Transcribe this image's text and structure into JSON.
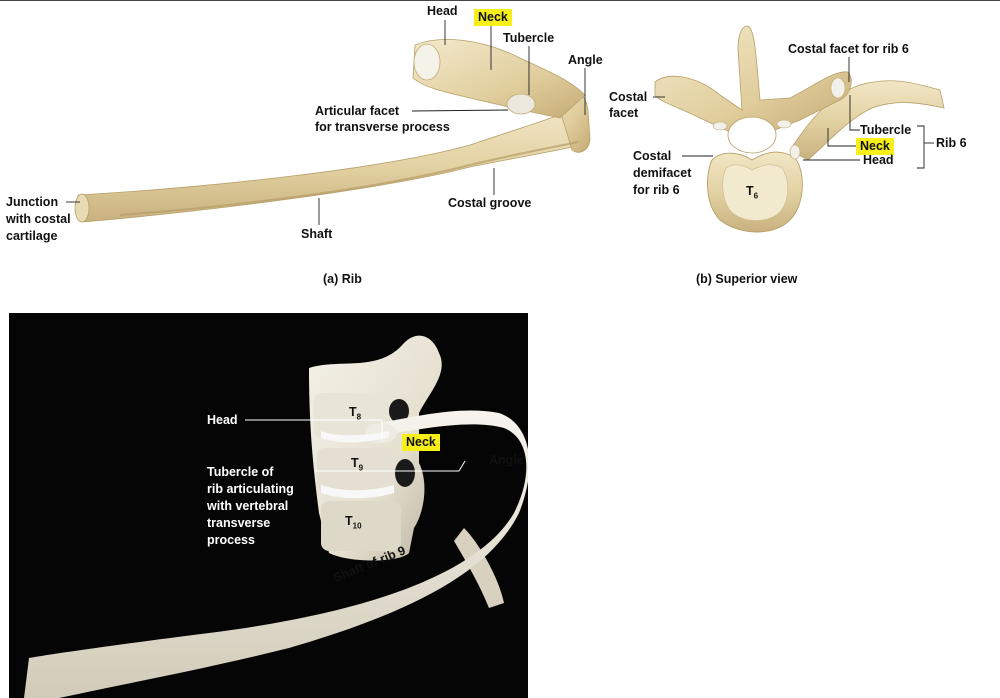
{
  "panel_a": {
    "caption": "(a) Rib",
    "labels": {
      "head": "Head",
      "neck": "Neck",
      "tubercle": "Tubercle",
      "angle": "Angle",
      "articular_facet_1": "Articular facet",
      "articular_facet_2": "for transverse process",
      "junction_1": "Junction",
      "junction_2": "with costal",
      "junction_3": "cartilage",
      "shaft": "Shaft",
      "costal_groove": "Costal groove"
    }
  },
  "panel_b": {
    "caption": "(b) Superior view",
    "labels": {
      "costal_facet_rib6": "Costal facet for rib 6",
      "costal_facet_1": "Costal",
      "costal_facet_2": "facet",
      "tubercle": "Tubercle",
      "neck": "Neck",
      "head": "Head",
      "rib6": "Rib 6",
      "demifacet_1": "Costal",
      "demifacet_2": "demifacet",
      "demifacet_3": "for rib 6",
      "vertebra": "T",
      "vertebra_sub": "6"
    }
  },
  "panel_c": {
    "labels": {
      "head": "Head",
      "neck": "Neck",
      "angle": "Angle",
      "tubercle_1": "Tubercle of",
      "tubercle_2": "rib articulating",
      "tubercle_3": "with vertebral",
      "tubercle_4": "transverse",
      "tubercle_5": "process",
      "shaft": "Shaft of rib 9",
      "t8": "T",
      "t8_sub": "8",
      "t9": "T",
      "t9_sub": "9",
      "t10": "T",
      "t10_sub": "10"
    }
  },
  "colors": {
    "bone": "#e3d3a6",
    "bone_light": "#f0e6c8",
    "bone_dark": "#c9b27f",
    "highlight": "#f7ee1a",
    "photo_bg": "#050505"
  }
}
